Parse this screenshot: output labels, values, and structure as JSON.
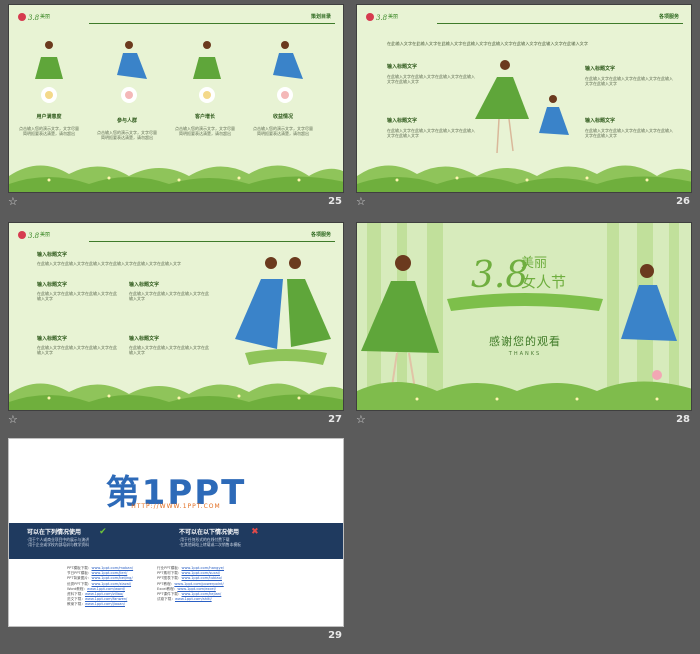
{
  "slides": [
    {
      "number": "25",
      "header_title": "策划目录",
      "items": [
        {
          "title": "用户满意度",
          "text": "点击输入您的演示文字，文字尽量简明扼要表达清楚，请勿超出"
        },
        {
          "title": "参与人群",
          "text": "点击输入您的演示文字，文字尽量简明扼要表达清楚，请勿超出"
        },
        {
          "title": "客户增长",
          "text": "点击输入您的演示文字，文字尽量简明扼要表达清楚，请勿超出"
        },
        {
          "title": "收益情况",
          "text": "点击输入您的演示文字，文字尽量简明扼要表达清楚，请勿超出"
        }
      ]
    },
    {
      "number": "26",
      "header_title": "各项服务",
      "top_text": "在此输入文字在此输入文字在此输入文字在此输入文字在此输入文字在此输入文字在此输入文字在此输入文字",
      "blocks": [
        {
          "title": "输入标题文字",
          "text": "在此输入文字在此输入文字在此输入文字在此输入文字在此输入文字"
        },
        {
          "title": "输入标题文字",
          "text": "在此输入文字在此输入文字在此输入文字在此输入文字在此输入文字"
        },
        {
          "title": "输入标题文字",
          "text": "在此输入文字在此输入文字在此输入文字在此输入文字在此输入文字"
        },
        {
          "title": "输入标题文字",
          "text": "在此输入文字在此输入文字在此输入文字在此输入文字在此输入文字"
        }
      ]
    },
    {
      "number": "27",
      "header_title": "各项服务",
      "blocks": [
        {
          "title": "输入标题文字",
          "text": "在此输入文字在此输入文字在此输入文字在此输入文字在此输入文字在此输入文字"
        },
        {
          "title": "输入标题文字",
          "text": "在此输入文字在此输入文字在此输入文字在此输入文字"
        },
        {
          "title": "输入标题文字",
          "text": "在此输入文字在此输入文字在此输入文字在此输入文字"
        },
        {
          "title": "输入标题文字",
          "text": "在此输入文字在此输入文字在此输入文字在此输入文字"
        },
        {
          "title": "输入标题文字",
          "text": "在此输入文字在此输入文字在此输入文字在此输入文字"
        }
      ]
    },
    {
      "number": "28",
      "logo_text": "3.8美丽女人节",
      "thanks_cn": "感谢您的观看",
      "thanks_en": "THANKS"
    },
    {
      "number": "29",
      "logo": "第1PPT",
      "url": "HTTP://WWW.1PPT.COM",
      "can_title": "可以在下列情况使用",
      "cannot_title": "不可以在以下情况使用",
      "can_lines": [
        "·用于个人或商业项目中的展示与演讲",
        "·用于企业或学校内部培训与教学资料"
      ],
      "cannot_lines": [
        "·用于任何形式的在线付费下载",
        "·在其他网站上转载或二次销售本模板"
      ],
      "links_left": [
        {
          "label": "PPT模板下载：",
          "url": "www.1ppt.com/moban/"
        },
        {
          "label": "节日PPT模板：",
          "url": "www.1ppt.com/jieri/"
        },
        {
          "label": "PPT背景图片：",
          "url": "www.1ppt.com/beijing/"
        },
        {
          "label": "优秀PPT下载：",
          "url": "www.1ppt.com/xiazai/"
        },
        {
          "label": "Word教程：",
          "url": "www.1ppt.com/word/"
        },
        {
          "label": "资料下载：",
          "url": "www.1ppt.com/ziliao/"
        },
        {
          "label": "范文下载：",
          "url": "www.1ppt.com/fanwen/"
        },
        {
          "label": "教案下载：",
          "url": "www.1ppt.com/jiaoan/"
        }
      ],
      "links_right": [
        {
          "label": "行业PPT模板：",
          "url": "www.1ppt.com/hangye/"
        },
        {
          "label": "PPT素材下载：",
          "url": "www.1ppt.com/sucai/"
        },
        {
          "label": "PPT图表下载：",
          "url": "www.1ppt.com/tubiao/"
        },
        {
          "label": "PPT教程：",
          "url": "www.1ppt.com/powerpoint/"
        },
        {
          "label": "Excel教程：",
          "url": "www.1ppt.com/excel/"
        },
        {
          "label": "PPT课件下载：",
          "url": "www.1ppt.com/kejian/"
        },
        {
          "label": "试卷下载：",
          "url": "www.1ppt.com/shiti/"
        }
      ]
    }
  ],
  "colors": {
    "slide_bg": "#e8f3d4",
    "accent_green": "#3e7b2a",
    "navy_band": "#1f3a5f",
    "logo_blue": "#2d6ab8",
    "logo_orange": "#e26d1f"
  }
}
